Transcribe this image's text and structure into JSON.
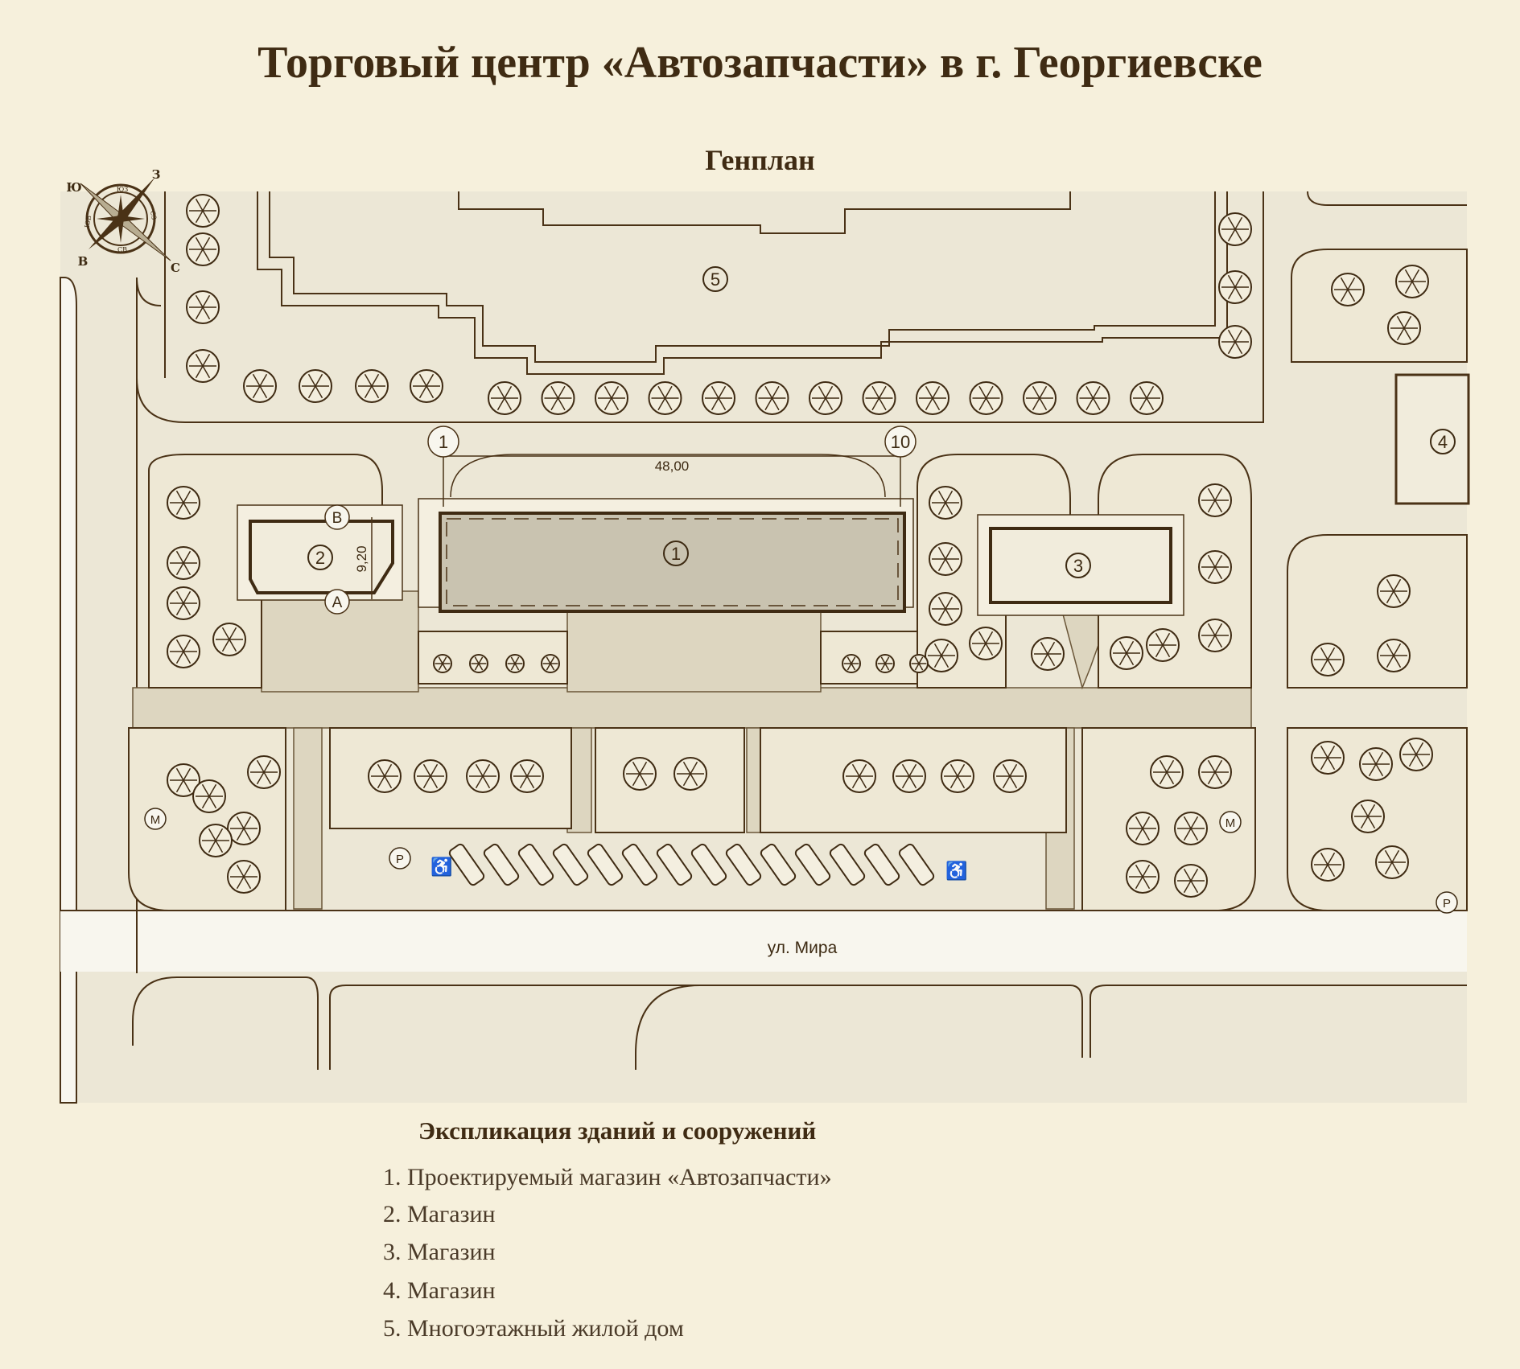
{
  "header": {
    "title": "Торговый центр «Автозапчасти» в г. Георгиевске",
    "subtitle": "Генплан"
  },
  "compass": {
    "n": "Ю",
    "e": "З",
    "w": "В",
    "s": "С",
    "ring_top": "ЮЗ",
    "ring_right": "СЗ",
    "ring_bottom": "СВ",
    "ring_left": "ЮВ"
  },
  "plan": {
    "buildings": [
      "1",
      "2",
      "3",
      "4",
      "5"
    ],
    "axes": {
      "left": "1",
      "right": "10",
      "row_top": "В",
      "row_bottom": "А"
    },
    "dims": {
      "length": "48,00",
      "width": "9,20"
    },
    "street": "ул. Мира",
    "markers": {
      "metro": "М",
      "parking": "Р"
    },
    "colors": {
      "ink": "#4a3216",
      "building": "#c9c3b0",
      "road": "#f7f4ea",
      "paving": "#e6e0cc"
    }
  },
  "legend": {
    "title": "Экспликация зданий и сооружений",
    "items": [
      "1. Проектируемый магазин «Автозапчасти»",
      "2. Магазин",
      "3. Магазин",
      "4. Магазин",
      "5. Многоэтажный жилой дом"
    ]
  }
}
